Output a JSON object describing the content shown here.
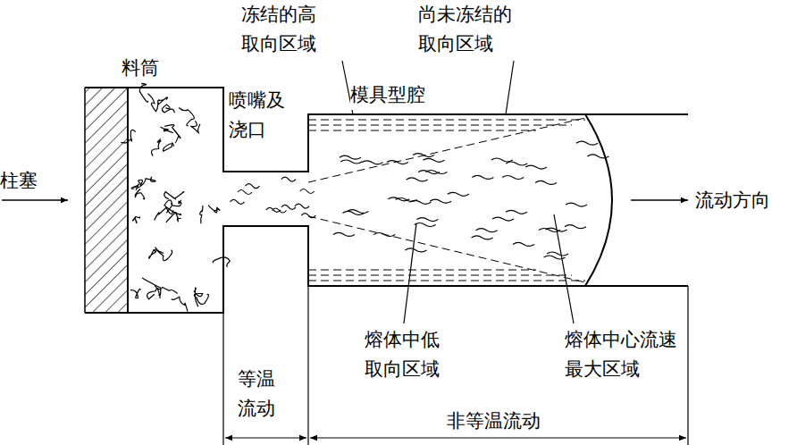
{
  "diagram": {
    "labels": [
      "冻结的高 取向区域",
      "尚未冻结的 取向区域",
      "料筒",
      "喷嘴及 浇口",
      "模具型腔",
      "柱塞",
      "流动方向",
      "熔体中低 取向区域",
      "熔体中心流速 最大区域",
      "等温 流动",
      "非等温流动"
    ]
  }
}
